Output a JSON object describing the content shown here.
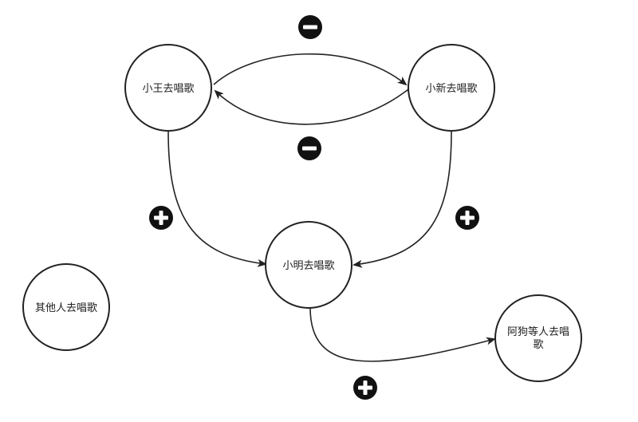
{
  "nodes": [
    {
      "id": "wang",
      "label": "小王去唱歌"
    },
    {
      "id": "xin",
      "label": "小新去唱歌"
    },
    {
      "id": "ming",
      "label": "小明去唱歌"
    },
    {
      "id": "others",
      "label": "其他人去唱歌"
    },
    {
      "id": "agou",
      "label_line1": "阿狗等人去唱",
      "label_line2": "歌"
    }
  ],
  "edges": [
    {
      "from": "wang",
      "to": "xin",
      "sign": "minus"
    },
    {
      "from": "xin",
      "to": "wang",
      "sign": "minus"
    },
    {
      "from": "wang",
      "to": "ming",
      "sign": "plus"
    },
    {
      "from": "xin",
      "to": "ming",
      "sign": "plus"
    },
    {
      "from": "ming",
      "to": "agou",
      "sign": "plus"
    }
  ],
  "icons": {
    "plus": "plus-circle-icon",
    "minus": "minus-circle-icon"
  },
  "colors": {
    "stroke": "#222222",
    "sign": "#111111",
    "background": "#ffffff"
  }
}
